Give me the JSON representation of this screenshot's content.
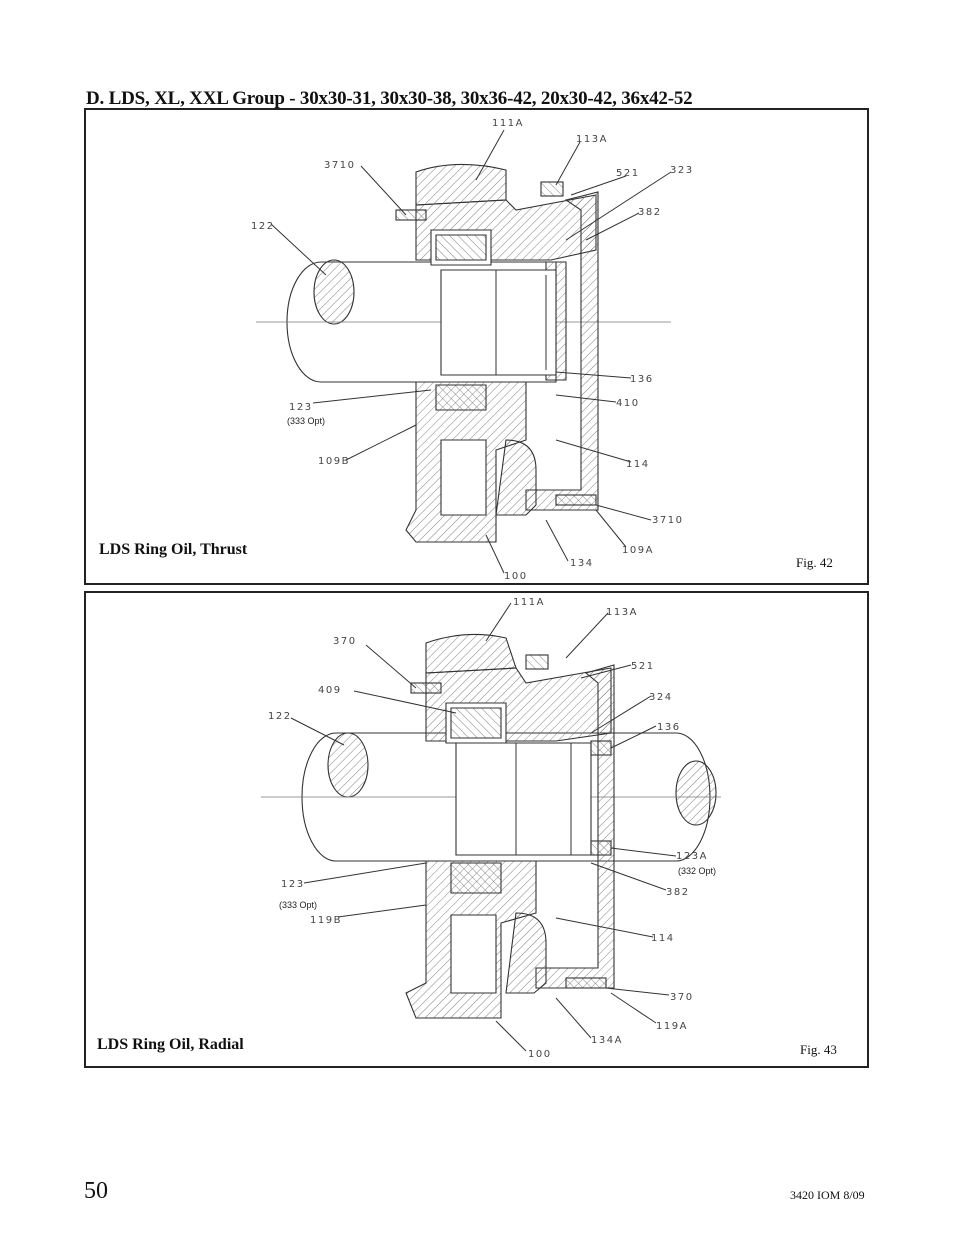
{
  "heading": "D.  LDS, XL, XXL Group - 30x30-31, 30x30-38, 30x36-42, 20x30-42, 36x42-52",
  "figures": [
    {
      "caption": "LDS Ring Oil, Thrust",
      "fig_number": "Fig. 42",
      "callouts": {
        "c111a": "111A",
        "c113a": "113A",
        "c3710a": "3710",
        "c521": "521",
        "c323": "323",
        "c382": "382",
        "c122": "122",
        "c136": "136",
        "c123": "123",
        "c410": "410",
        "c109b": "109B",
        "c114": "114",
        "c3710b": "3710",
        "c109a": "109A",
        "c134": "134",
        "c100": "100"
      },
      "options": {
        "o333": "(333 Opt)"
      }
    },
    {
      "caption": "LDS Ring Oil, Radial",
      "fig_number": "Fig. 43",
      "callouts": {
        "c111a": "111A",
        "c113a": "113A",
        "c370a": "370",
        "c521": "521",
        "c409": "409",
        "c324": "324",
        "c122": "122",
        "c136": "136",
        "c123a": "123A",
        "c382": "382",
        "c123": "123",
        "c119b": "119B",
        "c114": "114",
        "c370b": "370",
        "c119a": "119A",
        "c134a": "134A",
        "c100": "100"
      },
      "options": {
        "o332": "(332 Opt)",
        "o333": "(333 Opt)"
      }
    }
  ],
  "footer": {
    "page_number": "50",
    "doc_ref": "3420 IOM  8/09"
  }
}
